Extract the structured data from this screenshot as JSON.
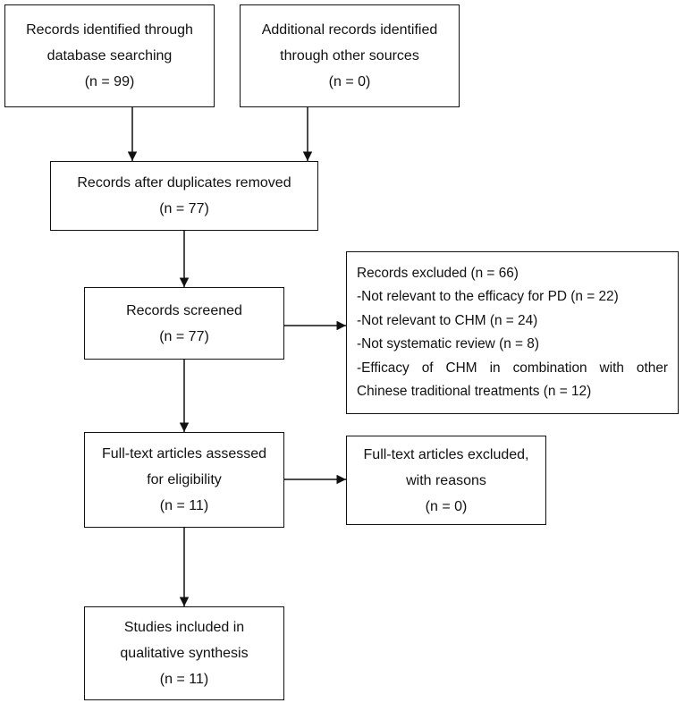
{
  "boxes": {
    "identified_db": {
      "lines": [
        "Records identified through",
        "database searching",
        "(n = 99)"
      ]
    },
    "identified_other": {
      "lines": [
        "Additional records identified",
        "through other sources",
        "(n = 0)"
      ]
    },
    "after_duplicates": {
      "lines": [
        "Records after duplicates removed",
        "(n = 77)"
      ]
    },
    "screened": {
      "lines": [
        "Records screened",
        "(n = 77)"
      ]
    },
    "excluded": {
      "lines": [
        "Records excluded (n = 66)",
        "-Not relevant to the efficacy for PD (n = 22)",
        "-Not relevant to CHM (n = 24)",
        "-Not systematic review (n = 8)",
        "-Efficacy of CHM in combination with other",
        "Chinese traditional treatments (n = 12)"
      ]
    },
    "fulltext_assessed": {
      "lines": [
        "Full-text articles assessed",
        "for eligibility",
        "(n = 11)"
      ]
    },
    "fulltext_excluded": {
      "lines": [
        "Full-text articles excluded,",
        "with reasons",
        "(n = 0)"
      ]
    },
    "included": {
      "lines": [
        "Studies included in",
        "qualitative synthesis",
        "(n = 11)"
      ]
    }
  }
}
